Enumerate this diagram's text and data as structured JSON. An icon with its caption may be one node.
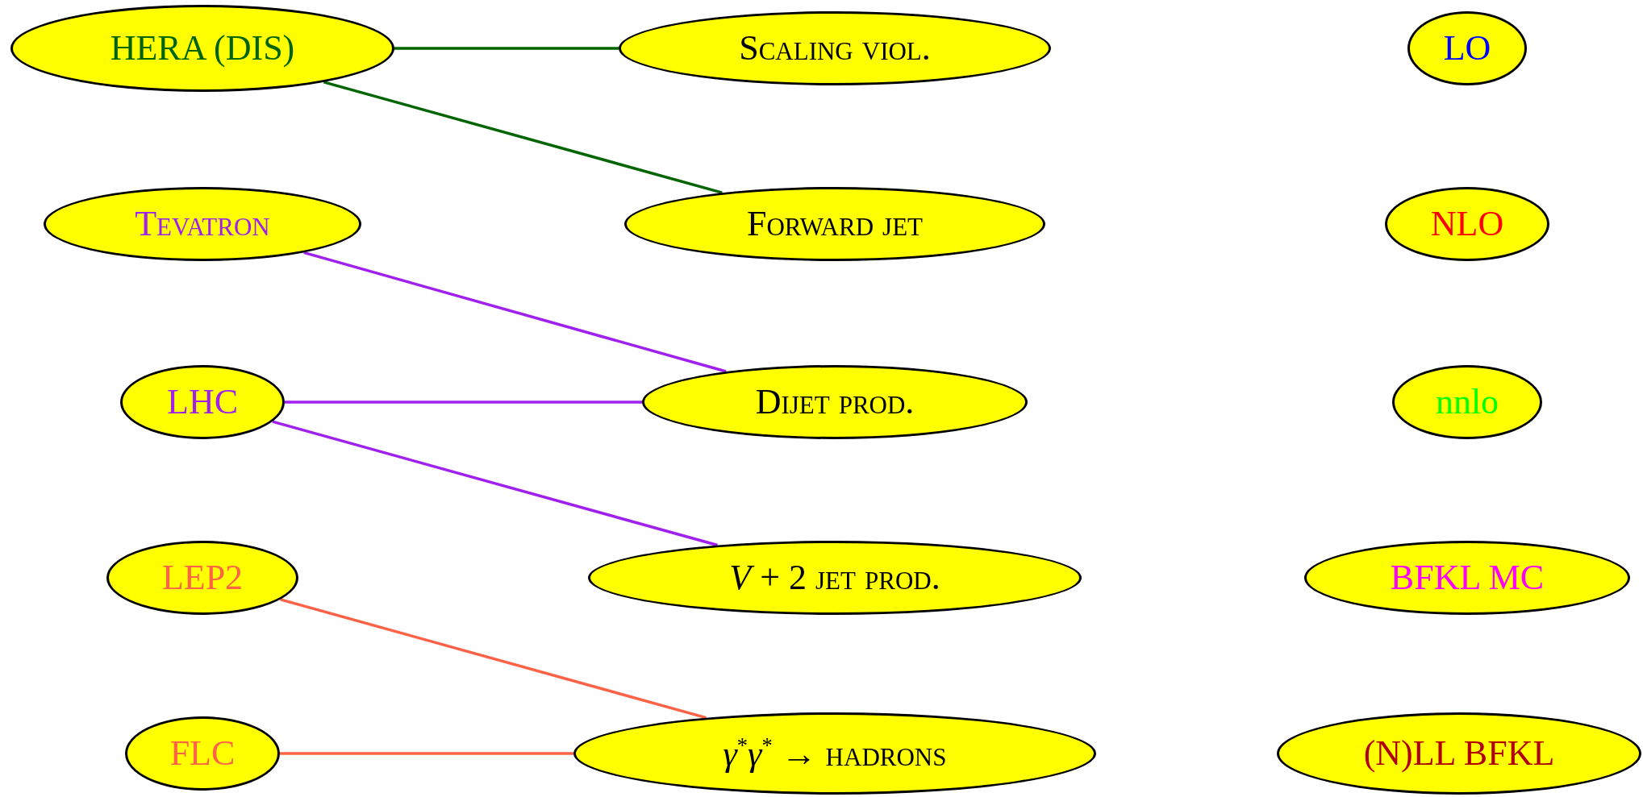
{
  "diagram": {
    "nodes": [
      {
        "text": [
          "HERA (DIS)"
        ]
      },
      {
        "text": [
          "Scaling viol."
        ]
      },
      {
        "text": [
          "LO"
        ]
      },
      {
        "text": [
          "Tevatron"
        ]
      },
      {
        "text": [
          "Forward jet"
        ]
      },
      {
        "text": [
          "NLO"
        ]
      },
      {
        "text": [
          "LHC"
        ]
      },
      {
        "text": [
          "Dijet prod."
        ]
      },
      {
        "text": [
          "nnlo"
        ]
      },
      {
        "text": [
          "LEP2"
        ]
      },
      {
        "text": [
          "*V* + 2 jet prod."
        ]
      },
      {
        "text": [
          "BFKL MC"
        ]
      },
      {
        "text": [
          "FLC"
        ]
      },
      {
        "text": [
          "*γ*$^{*}$*γ*$^{*}$ → hadrons"
        ]
      },
      {
        "text": [
          "(N)LL BFKL"
        ]
      }
    ],
    "edges": [
      {
        "from": 0,
        "to": 1,
        "arrow": "none",
        "color": "#006400"
      },
      {
        "from": 0,
        "to": 4,
        "arrow": "none",
        "color": "#006400"
      },
      {
        "from": 3,
        "to": 7,
        "arrow": "none",
        "color": "#a020f0"
      },
      {
        "from": 6,
        "to": 7,
        "arrow": "none",
        "color": "#a020f0"
      },
      {
        "from": 6,
        "to": 10,
        "arrow": "none",
        "color": "#a020f0"
      },
      {
        "from": 9,
        "to": 13,
        "arrow": "none",
        "color": "#ff6347"
      },
      {
        "from": 12,
        "to": 13,
        "arrow": "none",
        "color": "#ff6347"
      }
    ]
  }
}
